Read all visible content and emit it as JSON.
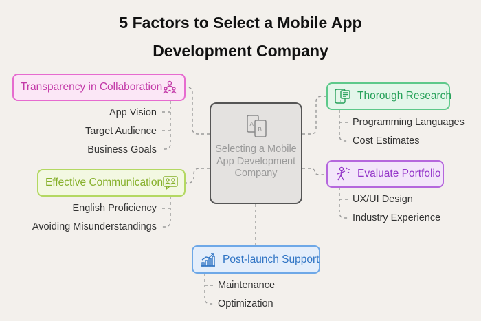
{
  "title": {
    "line1": "5 Factors to Select a Mobile App",
    "line2": "Development Company"
  },
  "center": {
    "text": "Selecting a Mobile App Development Company",
    "icon": "mobile-app-ab-icon"
  },
  "factors": [
    {
      "label": "Transparency in Collaboration",
      "icon": "team-collaboration-icon",
      "color": "#e66bcf",
      "items": [
        "App Vision",
        "Target Audience",
        "Business Goals"
      ]
    },
    {
      "label": "Effective Communication",
      "icon": "conversation-icon",
      "color": "#b3d862",
      "items": [
        "English Proficiency",
        "Avoiding Misunderstandings"
      ]
    },
    {
      "label": "Thorough Research",
      "icon": "research-document-icon",
      "color": "#5dc98a",
      "items": [
        "Programming Languages",
        "Cost Estimates"
      ]
    },
    {
      "label": "Evaluate Portfolio",
      "icon": "portfolio-person-icon",
      "color": "#b567dd",
      "items": [
        "UX/UI Design",
        "Industry Experience"
      ]
    },
    {
      "label": "Post-launch Support",
      "icon": "growth-chart-icon",
      "color": "#6ea8e7",
      "items": [
        "Maintenance",
        "Optimization"
      ]
    }
  ]
}
